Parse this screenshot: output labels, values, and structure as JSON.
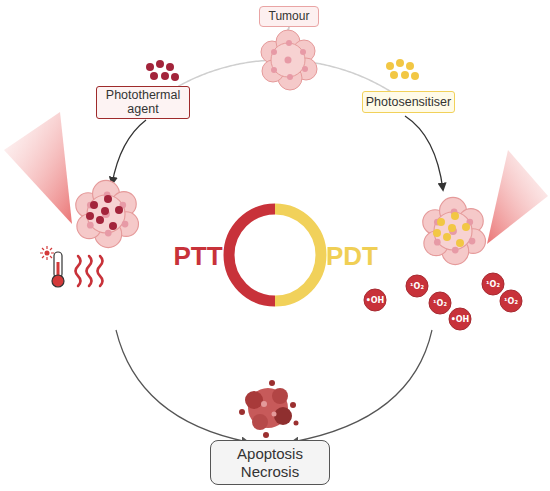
{
  "diagram": {
    "nodes": [
      {
        "text": [
          "Tumour"
        ]
      },
      {
        "text": [
          "Photothermal agent"
        ]
      },
      {
        "text": [
          "Photosensitiser"
        ]
      },
      {
        "text": [
          "Apoptosis Necrosis"
        ]
      }
    ],
    "edges": [
      {
        "from": 0,
        "to": 1,
        "arrow": "none"
      },
      {
        "from": 0,
        "to": 2,
        "arrow": "none"
      }
    ],
    "labels": [
      "PTT",
      "PDT",
      "¹O₂",
      "¹O₂",
      "•OH",
      "¹O₂",
      "¹O₂",
      "•OH"
    ]
  }
}
